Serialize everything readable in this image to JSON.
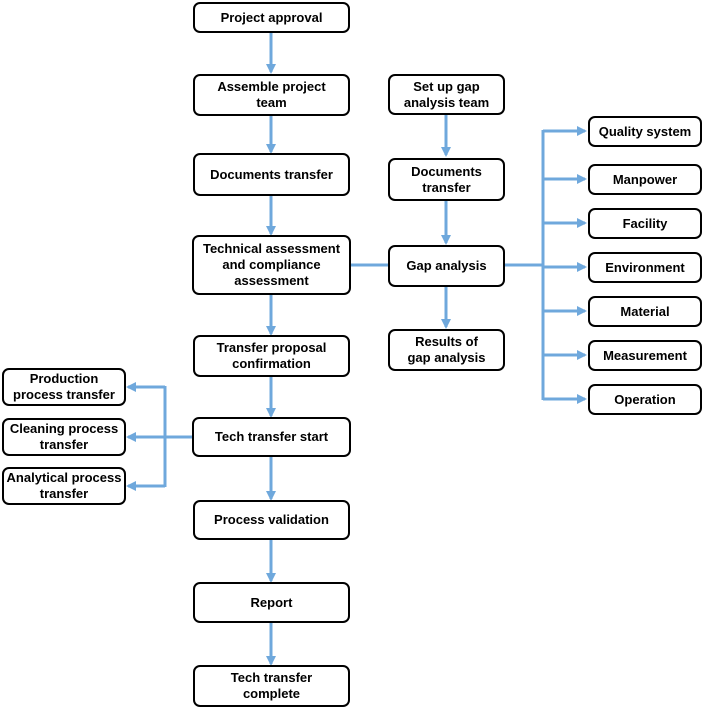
{
  "colors": {
    "arrow": "#6fa8dc",
    "box_border": "#000000",
    "box_fill": "#ffffff",
    "text": "#000000"
  },
  "nodes": {
    "project_approval": "Project approval",
    "assemble_team": "Assemble project team",
    "documents_transfer_main": "Documents transfer",
    "technical_assessment": "Technical assessment and compliance assessment",
    "transfer_proposal": "Transfer proposal confirmation",
    "tech_transfer_start": "Tech transfer start",
    "process_validation": "Process validation",
    "report": "Report",
    "tech_transfer_complete": "Tech transfer complete",
    "setup_gap_team": "Set up gap analysis team",
    "documents_transfer_gap": "Documents transfer",
    "gap_analysis": "Gap analysis",
    "results_gap": "Results of gap analysis",
    "quality_system": "Quality system",
    "manpower": "Manpower",
    "facility": "Facility",
    "environment": "Environment",
    "material": "Material",
    "measurement": "Measurement",
    "operation": "Operation",
    "production_transfer": "Production process transfer",
    "cleaning_transfer": "Cleaning process transfer",
    "analytical_transfer": "Analytical process transfer"
  }
}
